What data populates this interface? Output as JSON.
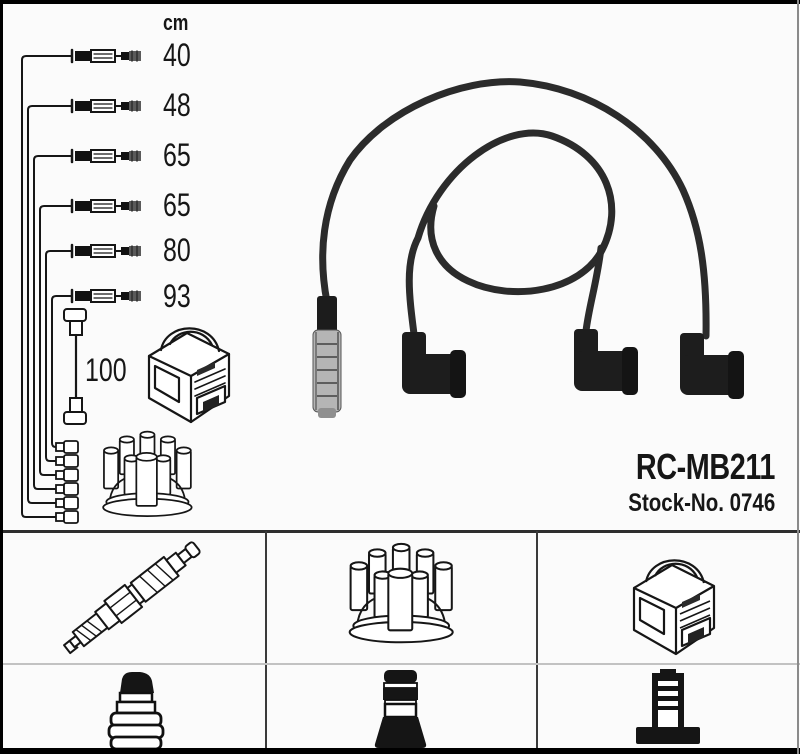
{
  "header": {
    "unit": "cm"
  },
  "cable_lengths": [
    "40",
    "48",
    "65",
    "65",
    "80",
    "93",
    "100"
  ],
  "product": {
    "model": "RC-MB211",
    "stock": "Stock-No. 0746"
  },
  "parts_grid": {
    "row1_icons": [
      "spark-plug",
      "distributor-cap",
      "ignition-coil"
    ],
    "row2_icons": [
      "plug-terminal-connector",
      "plug-boot-connector",
      "coil-terminal-connector"
    ]
  },
  "colors": {
    "ink": "#1a1a1a",
    "cable": "#2b2b2b",
    "boot": "#1d1d1d",
    "metal_connector": "#b5b5b5",
    "grid_dark": "#3a3a3a",
    "grid_light": "#c2c2c2",
    "background": "#fbfbfb"
  }
}
